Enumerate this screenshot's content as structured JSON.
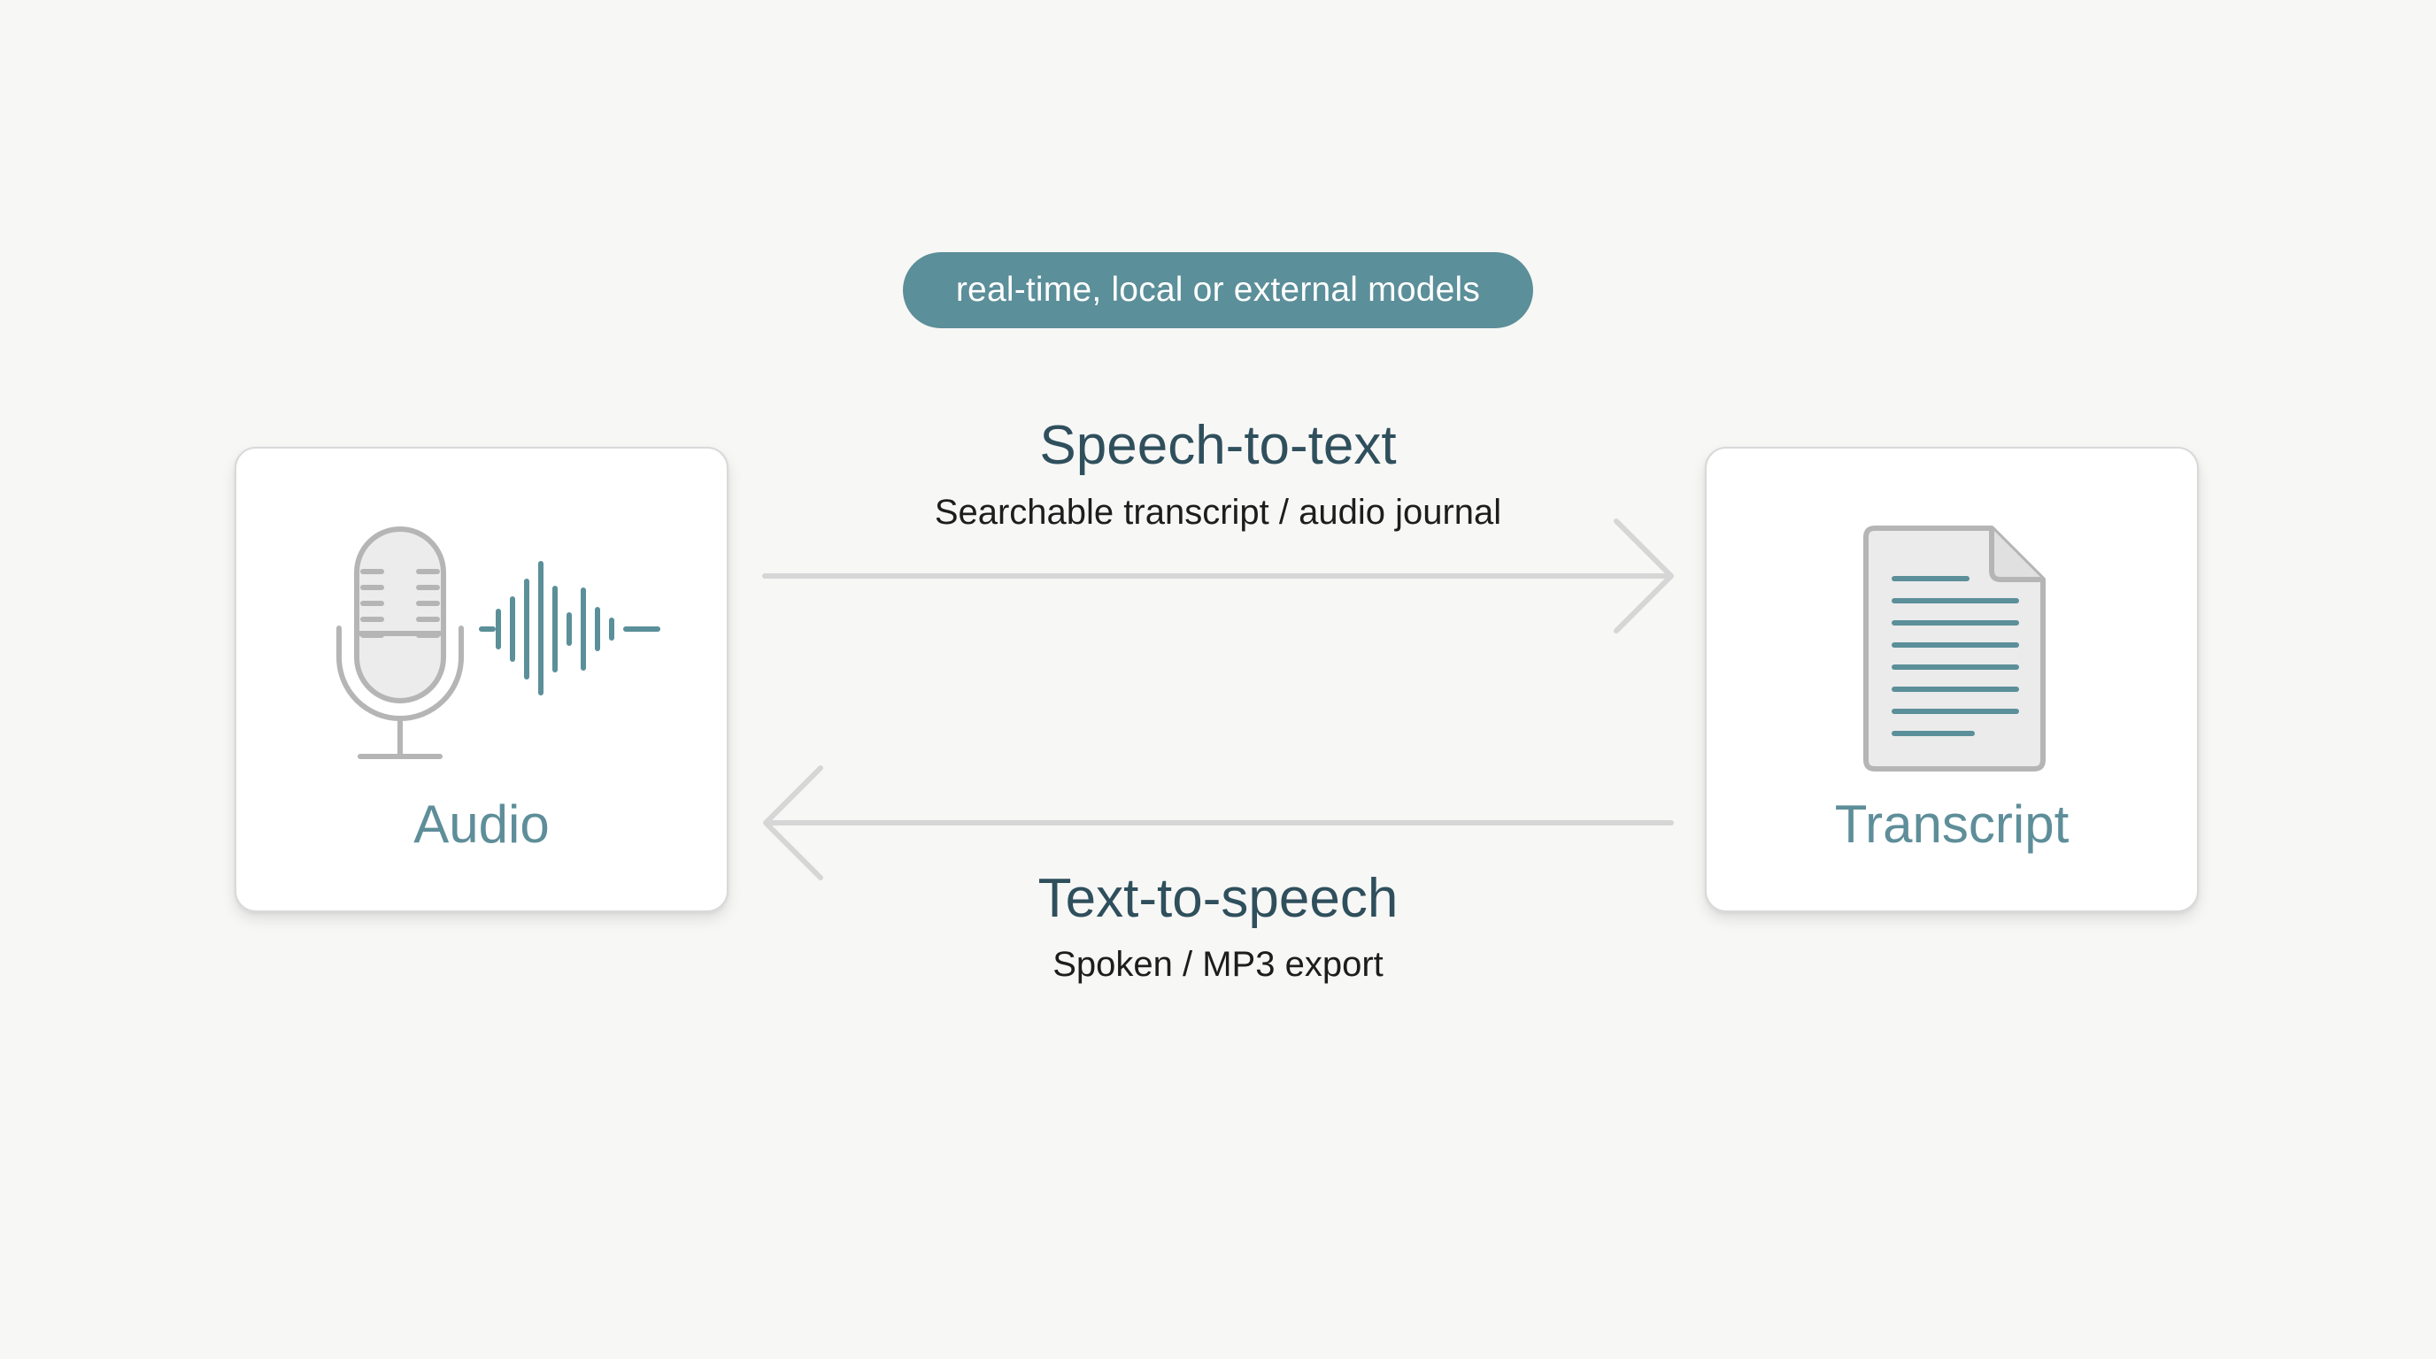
{
  "badge": {
    "text": "real-time, local or external models",
    "color": "#5b8f99"
  },
  "nodes": {
    "audio": {
      "label": "Audio",
      "icons": [
        "microphone-icon",
        "sound-wave-icon"
      ]
    },
    "transcript": {
      "label": "Transcript",
      "icons": [
        "document-icon"
      ]
    }
  },
  "flows": {
    "speech_to_text": {
      "title": "Speech-to-text",
      "subtitle": "Searchable transcript / audio journal",
      "direction": "audio-to-transcript"
    },
    "text_to_speech": {
      "title": "Text-to-speech",
      "subtitle": "Spoken / MP3 export",
      "direction": "transcript-to-audio"
    }
  },
  "colors": {
    "accent": "#5b8f99",
    "label": "#5e8e99",
    "heading": "#2f4f5c",
    "icon_gray": "#b5b5b5",
    "arrow": "#d4d4d4",
    "background": "#f7f7f6"
  }
}
